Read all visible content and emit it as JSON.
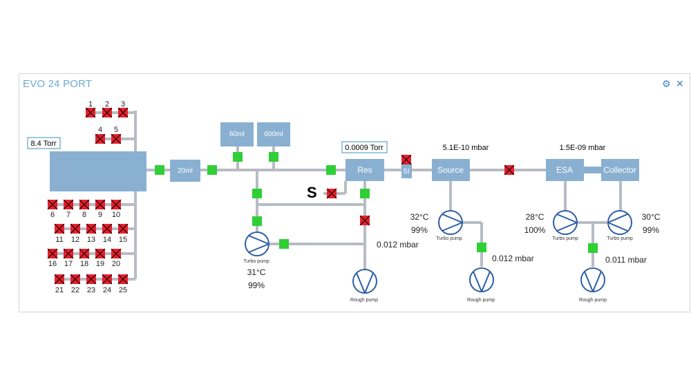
{
  "header": {
    "title": "EVO 24 PORT",
    "settings_icon": "gear-icon",
    "close_icon": "close-icon",
    "close_glyph": "✕",
    "settings_glyph": "⚙"
  },
  "colors": {
    "pipe": "#b7bcc4",
    "block": "#89b0d1",
    "valve_open": "#2fcf36",
    "valve_closed": "#e4212d",
    "pump_stroke": "#2d5da6",
    "title": "#6aaad2"
  },
  "ports": {
    "row_a": [
      "1",
      "2",
      "3"
    ],
    "row_b": [
      "4",
      "5"
    ],
    "row_c": [
      "6",
      "7",
      "8",
      "9",
      "10"
    ],
    "row_d": [
      "11",
      "12",
      "13",
      "14",
      "15"
    ],
    "row_e": [
      "16",
      "17",
      "18",
      "19",
      "20"
    ],
    "row_f": [
      "21",
      "22",
      "23",
      "24",
      "25"
    ]
  },
  "manifold": {
    "pressure": "8.4 Torr"
  },
  "volumes": {
    "v20": "20ml",
    "v60": "60ml",
    "v600": "600ml"
  },
  "reservoir": {
    "label": "Res",
    "pressure": "0.0009 Torr"
  },
  "sample": {
    "label": "S"
  },
  "si_valve": {
    "label": "SI"
  },
  "source": {
    "label": "Source",
    "pressure": "5.1E-10 mbar"
  },
  "esa": {
    "label": "ESA",
    "pressure": "1.5E-09 mbar"
  },
  "collector": {
    "label": "Collector"
  },
  "pumps": {
    "prep_turbo": {
      "label": "Turbo pump",
      "temp": "31°C",
      "speed": "99%"
    },
    "prep_rough": {
      "label": "Rough pump",
      "pressure": "0.012 mbar"
    },
    "source_turbo": {
      "label": "Turbo pump",
      "temp": "32°C",
      "speed": "99%"
    },
    "source_rough": {
      "label": "Rough pump",
      "pressure": "0.012 mbar"
    },
    "esa_turbo": {
      "label": "Turbo pump",
      "temp": "28°C",
      "speed": "100%"
    },
    "collector_turbo": {
      "label": "Turbo pump",
      "temp": "30°C",
      "speed": "99%"
    },
    "analyzer_rough": {
      "label": "Rough pump",
      "pressure": "0.011 mbar"
    }
  }
}
